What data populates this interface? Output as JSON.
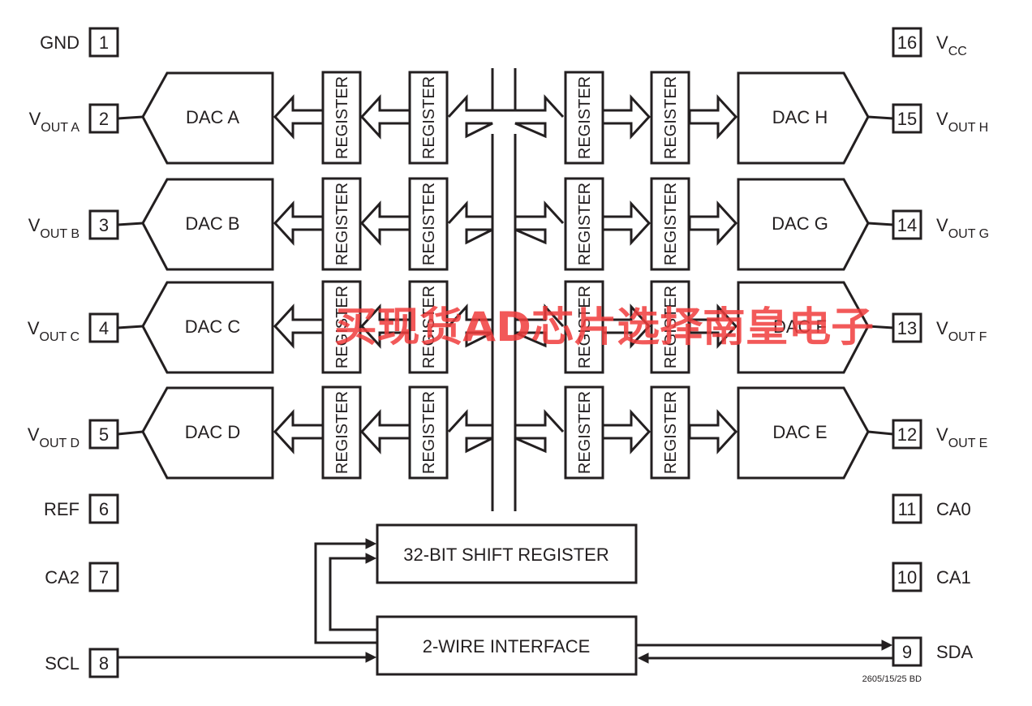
{
  "pins_left": [
    {
      "name": "GND",
      "sub": "",
      "num": "1"
    },
    {
      "name": "V",
      "sub": "OUT A",
      "num": "2"
    },
    {
      "name": "V",
      "sub": "OUT B",
      "num": "3"
    },
    {
      "name": "V",
      "sub": "OUT C",
      "num": "4"
    },
    {
      "name": "V",
      "sub": "OUT D",
      "num": "5"
    },
    {
      "name": "REF",
      "sub": "",
      "num": "6"
    },
    {
      "name": "CA2",
      "sub": "",
      "num": "7"
    },
    {
      "name": "SCL",
      "sub": "",
      "num": "8"
    }
  ],
  "pins_right": [
    {
      "name": "V",
      "sub": "CC",
      "num": "16"
    },
    {
      "name": "V",
      "sub": "OUT H",
      "num": "15"
    },
    {
      "name": "V",
      "sub": "OUT G",
      "num": "14"
    },
    {
      "name": "V",
      "sub": "OUT F",
      "num": "13"
    },
    {
      "name": "V",
      "sub": "OUT E",
      "num": "12"
    },
    {
      "name": "CA0",
      "sub": "",
      "num": "11"
    },
    {
      "name": "CA1",
      "sub": "",
      "num": "10"
    },
    {
      "name": "SDA",
      "sub": "",
      "num": "9"
    }
  ],
  "dacs_left": [
    "DAC A",
    "DAC B",
    "DAC C",
    "DAC D"
  ],
  "dacs_right": [
    "DAC H",
    "DAC G",
    "DAC F",
    "DAC E"
  ],
  "register_label": "REGISTER",
  "shift_register": "32-BIT SHIFT REGISTER",
  "interface": "2-WIRE INTERFACE",
  "figure_id": "2605/15/25 BD",
  "watermark": "买现货AD芯片选择南皇电子"
}
